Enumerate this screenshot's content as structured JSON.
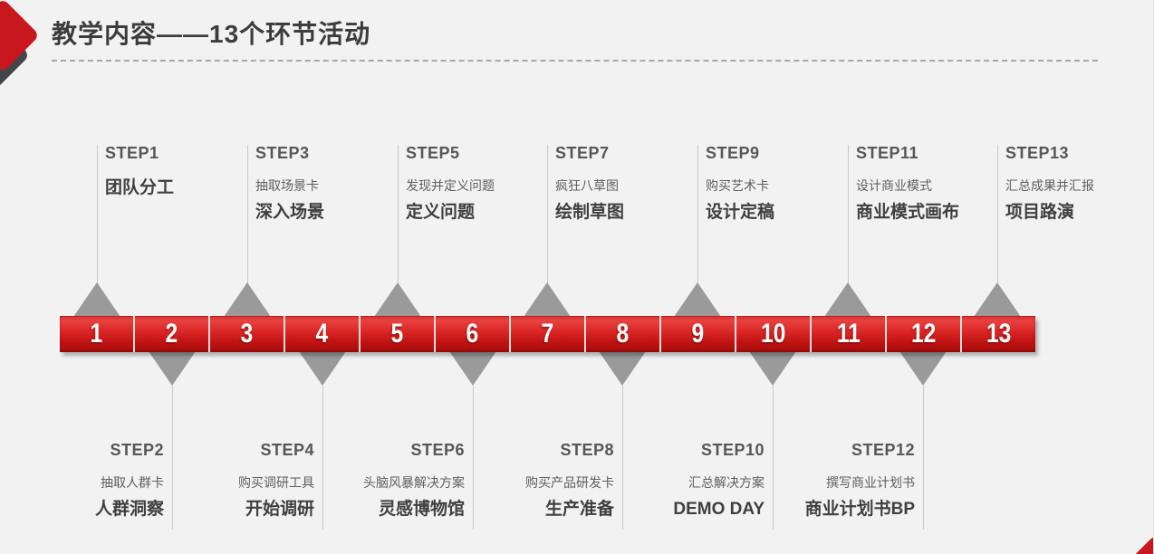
{
  "title": "教学内容——13个环节活动",
  "colors": {
    "accent_red": "#c9171e",
    "bar_red_top": "#e8413f",
    "bar_red_bottom": "#a90d0c",
    "connector_gray": "#9a9a9a",
    "background": "#f2f2f2",
    "title_color": "#3c3c3c"
  },
  "timeline": {
    "numbers": [
      "1",
      "2",
      "3",
      "4",
      "5",
      "6",
      "7",
      "8",
      "9",
      "10",
      "11",
      "12",
      "13"
    ]
  },
  "steps_top": [
    {
      "step": "STEP1",
      "sub": "",
      "label": "团队分工"
    },
    {
      "step": "STEP3",
      "sub": "抽取场景卡",
      "label": "深入场景"
    },
    {
      "step": "STEP5",
      "sub": "发现并定义问题",
      "label": "定义问题"
    },
    {
      "step": "STEP7",
      "sub": "疯狂八草图",
      "label": "绘制草图"
    },
    {
      "step": "STEP9",
      "sub": "购买艺术卡",
      "label": "设计定稿"
    },
    {
      "step": "STEP11",
      "sub": "设计商业模式",
      "label": "商业模式画布"
    },
    {
      "step": "STEP13",
      "sub": "汇总成果并汇报",
      "label": "项目路演"
    }
  ],
  "steps_bottom": [
    {
      "step": "STEP2",
      "sub": "抽取人群卡",
      "label": "人群洞察"
    },
    {
      "step": "STEP4",
      "sub": "购买调研工具",
      "label": "开始调研"
    },
    {
      "step": "STEP6",
      "sub": "头脑风暴解决方案",
      "label": "灵感博物馆"
    },
    {
      "step": "STEP8",
      "sub": "购买产品研发卡",
      "label": "生产准备"
    },
    {
      "step": "STEP10",
      "sub": "汇总解决方案",
      "label": "DEMO DAY"
    },
    {
      "step": "STEP12",
      "sub": "撰写商业计划书",
      "label": "商业计划书BP"
    }
  ]
}
